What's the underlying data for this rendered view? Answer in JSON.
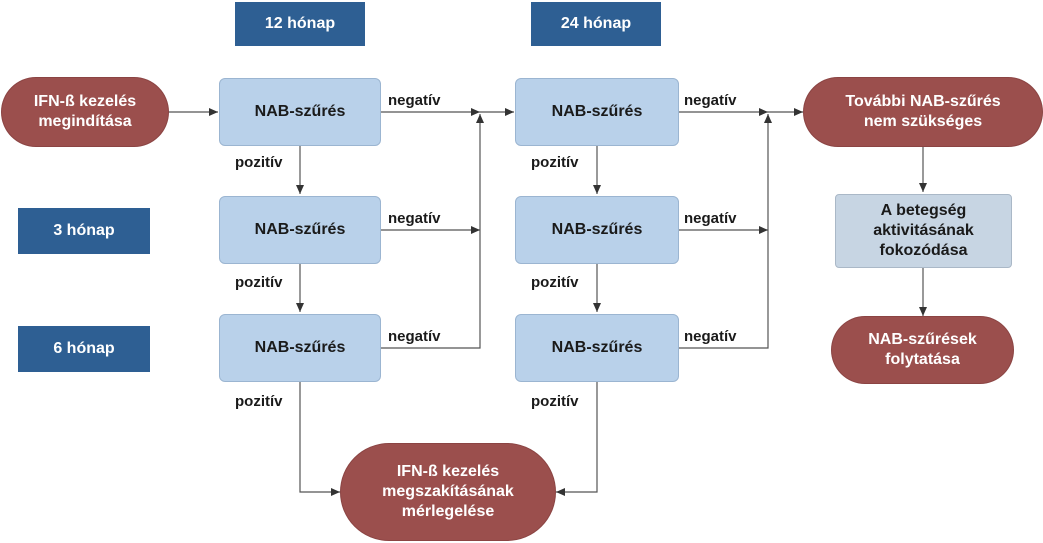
{
  "timeline": {
    "m12": "12 hónap",
    "m24": "24 hónap",
    "m3": "3 hónap",
    "m6": "6 hónap"
  },
  "nodes": {
    "start": "IFN-ß kezelés\nmegindítása",
    "screening": "NAB-szűrés",
    "no_further": "További NAB-szűrés\nnem szükséges",
    "activity": "A betegség\naktivitásának\nfokozódása",
    "continue": "NAB-szűrések\nfolytatása",
    "stop": "IFN-ß kezelés\nmegszakításának\nmérlegelése"
  },
  "edge_labels": {
    "negative": "negatív",
    "positive": "pozitív"
  },
  "colors": {
    "label_blue": "#2e5f93",
    "box_light_blue": "#b9d1ea",
    "box_grey_blue": "#c7d5e3",
    "pill_red": "#9b4f4d"
  }
}
